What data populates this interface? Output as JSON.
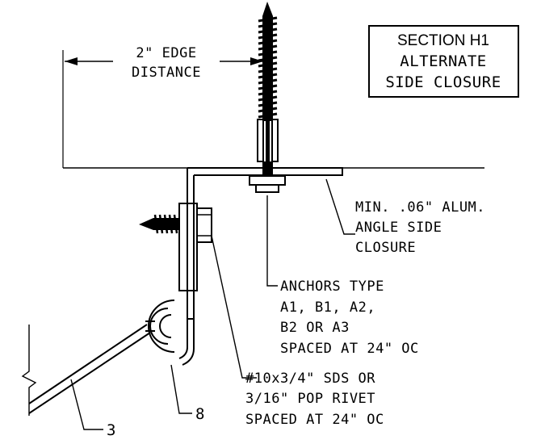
{
  "title_block": {
    "line1": "SECTION H1",
    "line2": "ALTERNATE",
    "line3": "SIDE CLOSURE"
  },
  "dimension": {
    "line1": "2\" EDGE",
    "line2": "DISTANCE"
  },
  "callouts": {
    "angle": [
      "MIN. .06\" ALUM.",
      "ANGLE SIDE",
      "CLOSURE"
    ],
    "anchors": [
      "ANCHORS TYPE",
      "A1, B1, A2,",
      "B2 OR A3",
      "SPACED AT 24\" OC"
    ],
    "fastener": [
      "#10x3/4\" SDS OR",
      "3/16\" POP RIVET",
      "SPACED AT 24\" OC"
    ],
    "ref_3": "3",
    "ref_8": "8"
  }
}
